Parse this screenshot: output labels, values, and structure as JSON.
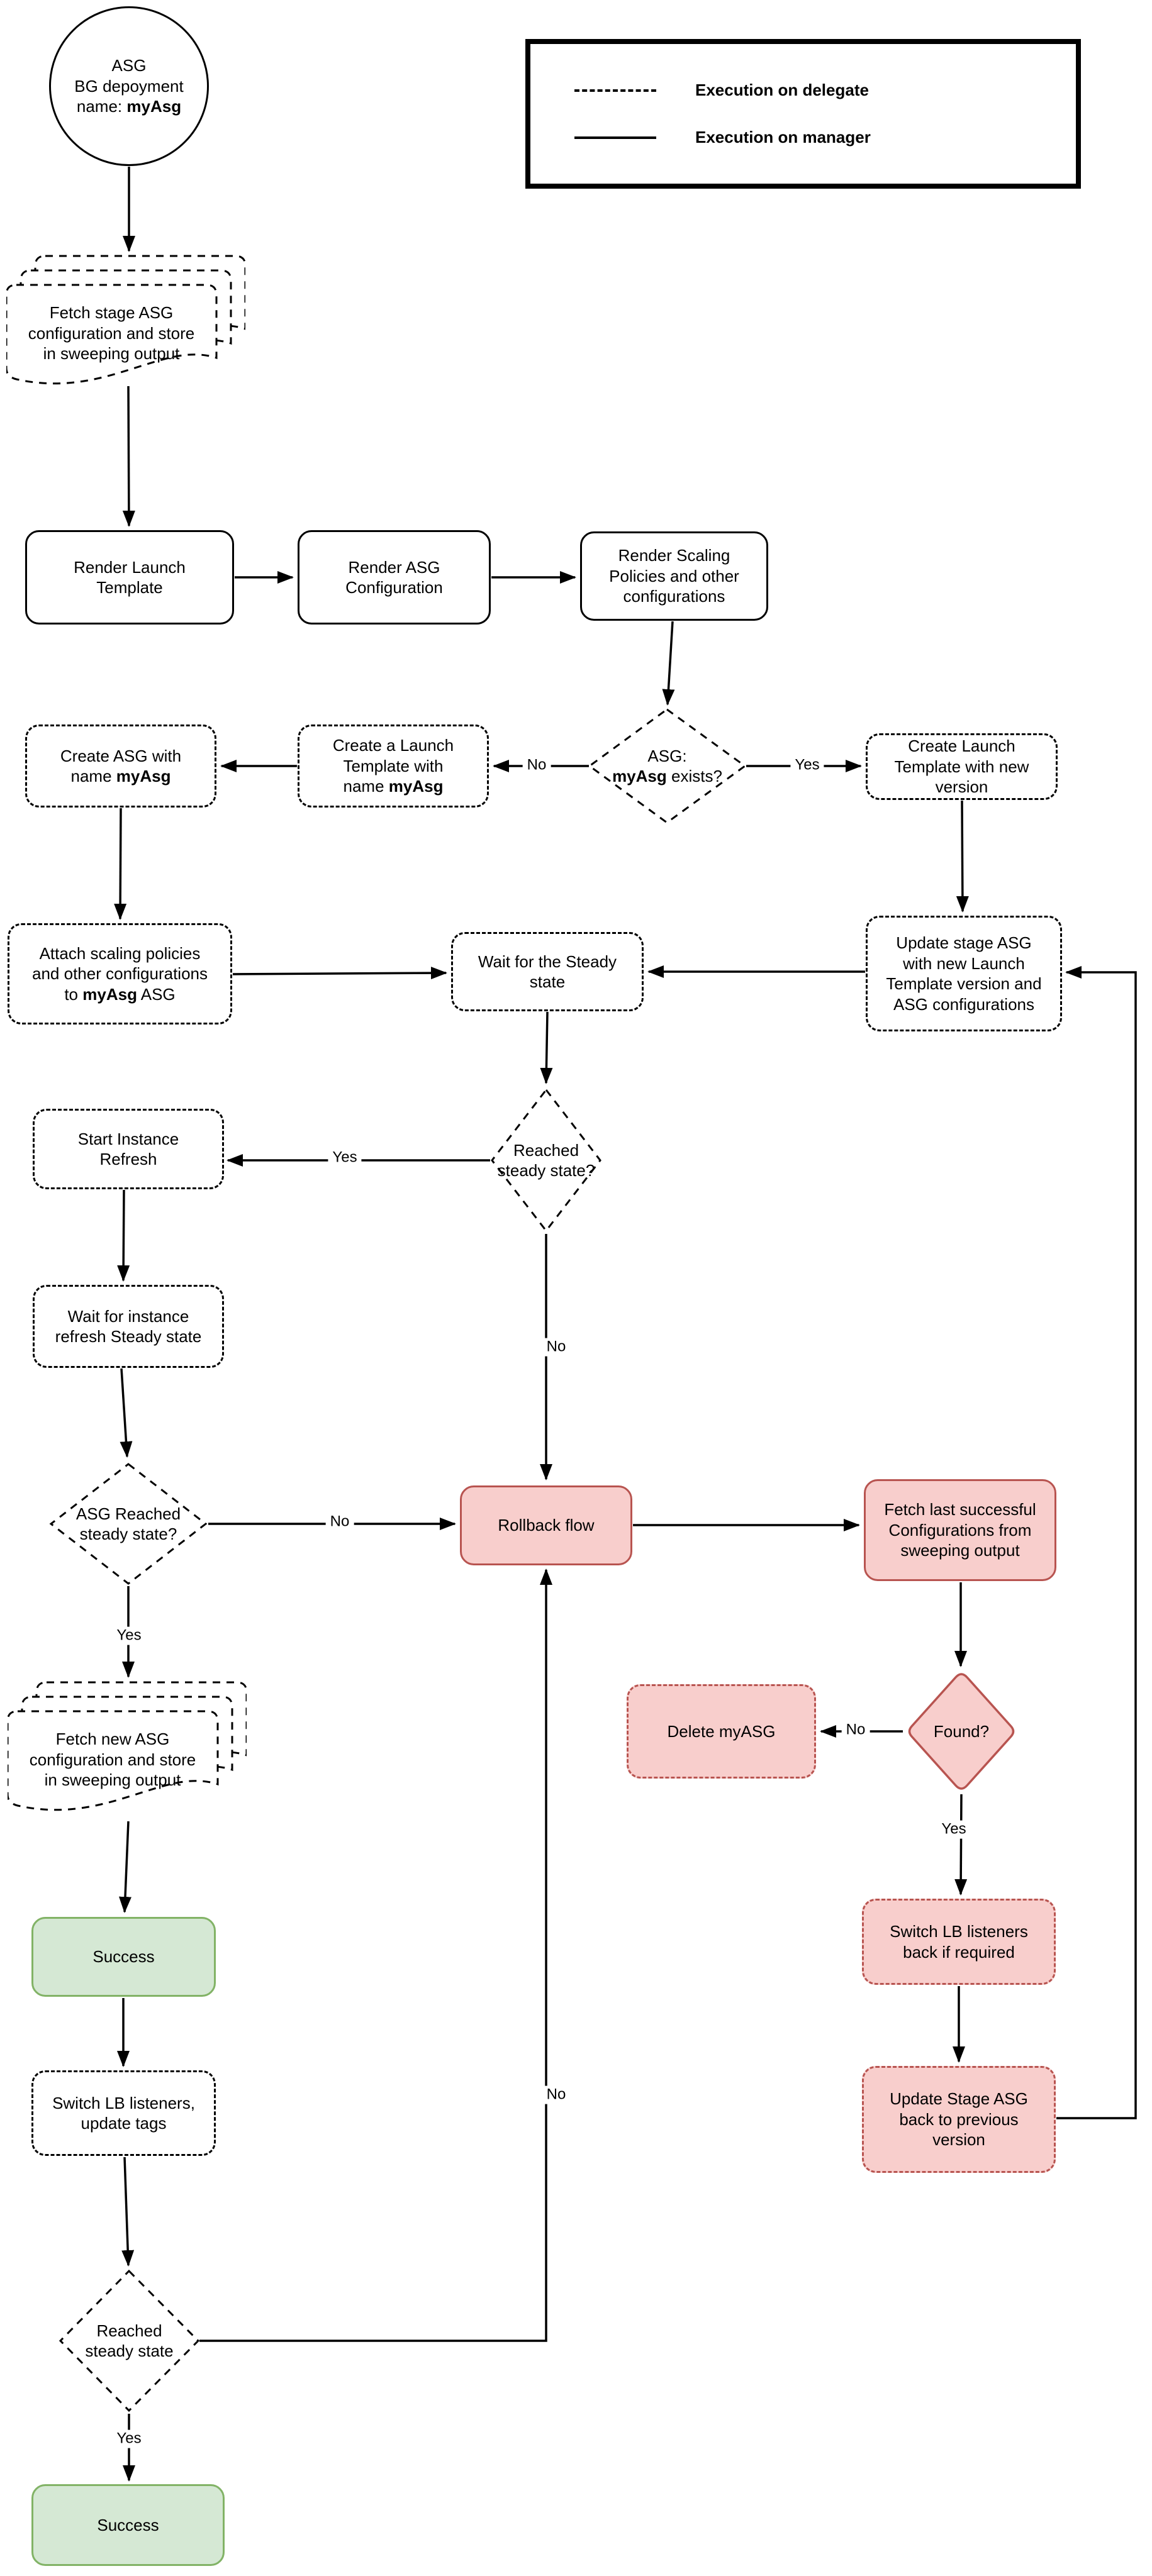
{
  "legend": {
    "items": [
      {
        "style": "dashed",
        "label": "Execution on delegate"
      },
      {
        "style": "solid",
        "label": "Execution on manager"
      }
    ]
  },
  "edge_labels": {
    "yes": "Yes",
    "no": "No"
  },
  "colors": {
    "pink_fill": "#f8cecc",
    "pink_border": "#b85450",
    "green_fill": "#d5e8d4",
    "green_border": "#82b366",
    "line": "#000000"
  },
  "nodes": {
    "start": {
      "shape": "circle",
      "lines": [
        "ASG",
        "BG depoyment"
      ],
      "pre": "name: ",
      "bold": "myAsg"
    },
    "fetch_stage": {
      "shape": "multi-document",
      "lines": [
        "Fetch stage ASG",
        "configuration and store",
        "in sweeping output"
      ]
    },
    "render_launch": {
      "shape": "process",
      "lines": [
        "Render Launch",
        "Template"
      ]
    },
    "render_asg": {
      "shape": "process",
      "lines": [
        "Render ASG",
        "Configuration"
      ]
    },
    "render_scaling": {
      "shape": "process",
      "lines": [
        "Render Scaling",
        "Policies and other",
        "configurations"
      ]
    },
    "asg_exists": {
      "shape": "decision",
      "lines": [
        "ASG:"
      ],
      "bold": "myAsg",
      "post": " exists?"
    },
    "create_lt_new": {
      "shape": "process-dashed",
      "lines": [
        "Create Launch",
        "Template with new",
        "version"
      ]
    },
    "create_lt_named": {
      "shape": "process-dashed",
      "lines": [
        "Create a Launch",
        "Template with"
      ],
      "pre": "name ",
      "bold": "myAsg"
    },
    "create_asg": {
      "shape": "process-dashed",
      "lines": [
        "Create ASG with"
      ],
      "pre": "name ",
      "bold": "myAsg"
    },
    "attach_scaling": {
      "shape": "process-dashed",
      "lines": [
        "Attach scaling policies",
        "and other configurations"
      ],
      "pre": "to ",
      "bold": "myAsg",
      "post": " ASG"
    },
    "wait_steady": {
      "shape": "process-dashed",
      "lines": [
        "Wait for the Steady",
        "state"
      ]
    },
    "update_stage": {
      "shape": "process-dashed",
      "lines": [
        "Update stage ASG",
        "with new Launch",
        "Template version and",
        "ASG configurations"
      ]
    },
    "reached_steady_q": {
      "shape": "decision",
      "lines": [
        "Reached",
        "steady state?"
      ]
    },
    "start_refresh": {
      "shape": "process-dashed",
      "lines": [
        "Start Instance",
        "Refresh"
      ]
    },
    "wait_refresh": {
      "shape": "process-dashed",
      "lines": [
        "Wait for instance",
        "refresh Steady state"
      ]
    },
    "asg_reached_q": {
      "shape": "decision",
      "lines": [
        "ASG Reached",
        "steady state?"
      ]
    },
    "rollback": {
      "shape": "process-pink",
      "lines": [
        "Rollback flow"
      ]
    },
    "fetch_last": {
      "shape": "process-pink",
      "lines": [
        "Fetch last successful",
        "Configurations from",
        "sweeping output"
      ]
    },
    "found_q": {
      "shape": "decision-pink",
      "lines": [
        "Found?"
      ]
    },
    "delete_asg": {
      "shape": "process-pink-dashed",
      "lines": [
        "Delete myASG"
      ]
    },
    "switch_back": {
      "shape": "process-pink-dashed",
      "lines": [
        "Switch LB listeners",
        "back if required"
      ]
    },
    "update_back": {
      "shape": "process-pink-dashed",
      "lines": [
        "Update Stage ASG",
        "back to previous",
        "version"
      ]
    },
    "fetch_new": {
      "shape": "multi-document",
      "lines": [
        "Fetch new ASG",
        "configuration and store",
        "in sweeping output"
      ]
    },
    "success_main": {
      "shape": "terminal-green",
      "lines": [
        "Success"
      ]
    },
    "switch_lb": {
      "shape": "process-dashed",
      "lines": [
        "Switch LB listeners,",
        "update tags"
      ]
    },
    "reached_steady_final": {
      "shape": "decision",
      "lines": [
        "Reached",
        "steady state"
      ]
    },
    "success_final": {
      "shape": "terminal-green",
      "lines": [
        "Success"
      ]
    }
  }
}
